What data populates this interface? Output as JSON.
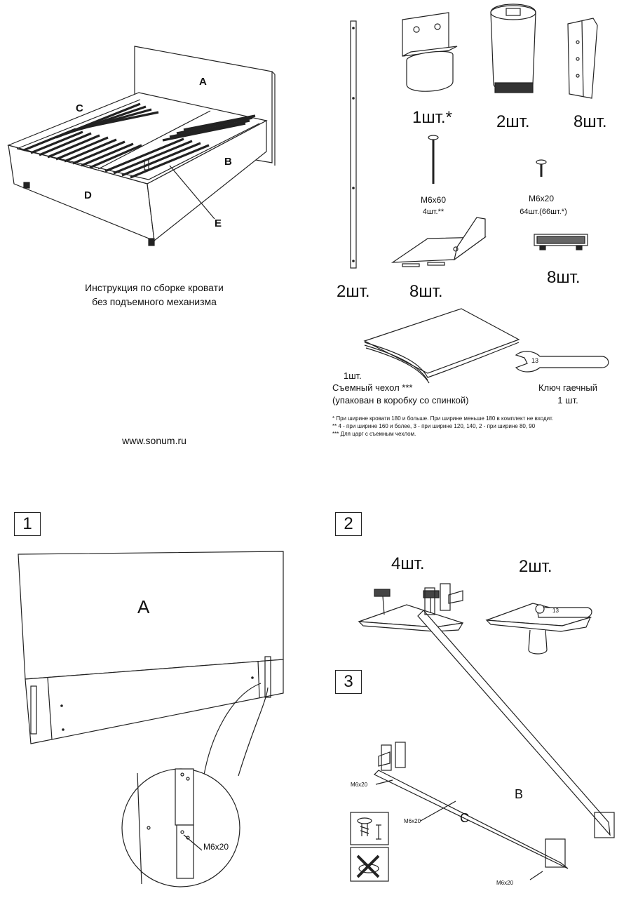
{
  "cover": {
    "title_line1": "Инструкция по сборке кровати",
    "title_line2": "без подъемного механизма",
    "website": "www.sonum.ru",
    "labels": {
      "a": "A",
      "b": "B",
      "c": "C",
      "d": "D",
      "e": "E"
    }
  },
  "parts": {
    "rail_qty": "2шт.",
    "bracket_qty": "1шт.*",
    "leg_qty": "2шт.",
    "corner_plate_qty": "8шт.",
    "bolt_long": {
      "size": "M6x60",
      "qty": "4шт.**"
    },
    "bolt_short": {
      "size": "M6x20",
      "qty": "64шт.(66шт.*)"
    },
    "angle_bracket_qty": "8шт.",
    "slat_holder_qty": "8шт.",
    "cover": {
      "qty": "1шт.",
      "name": "Съемный чехол ***",
      "note": "(упакован в коробку со спинкой)"
    },
    "wrench": {
      "name": "Ключ гаечный",
      "qty": "1 шт.",
      "size": "13"
    }
  },
  "footnotes": [
    "* При ширине кровати 180 и больше. При ширине меньше 180 в комплект не входит.",
    "** 4 - при ширине 160 и более, 3 - при ширине 120, 140, 2 - при ширине 80, 90",
    "*** Для царг с съемным чехлом."
  ],
  "steps": {
    "step1": {
      "number": "1",
      "panel_label": "A",
      "bolt": "M6x20"
    },
    "step2": {
      "number": "2",
      "left_qty": "4шт.",
      "right_qty": "2шт.",
      "wrench_size": "13"
    },
    "step3": {
      "number": "3",
      "label_b": "B",
      "label_c": "C",
      "bolt_1": "M6x20",
      "bolt_2": "M6x20",
      "bolt_3": "M6x20"
    }
  }
}
